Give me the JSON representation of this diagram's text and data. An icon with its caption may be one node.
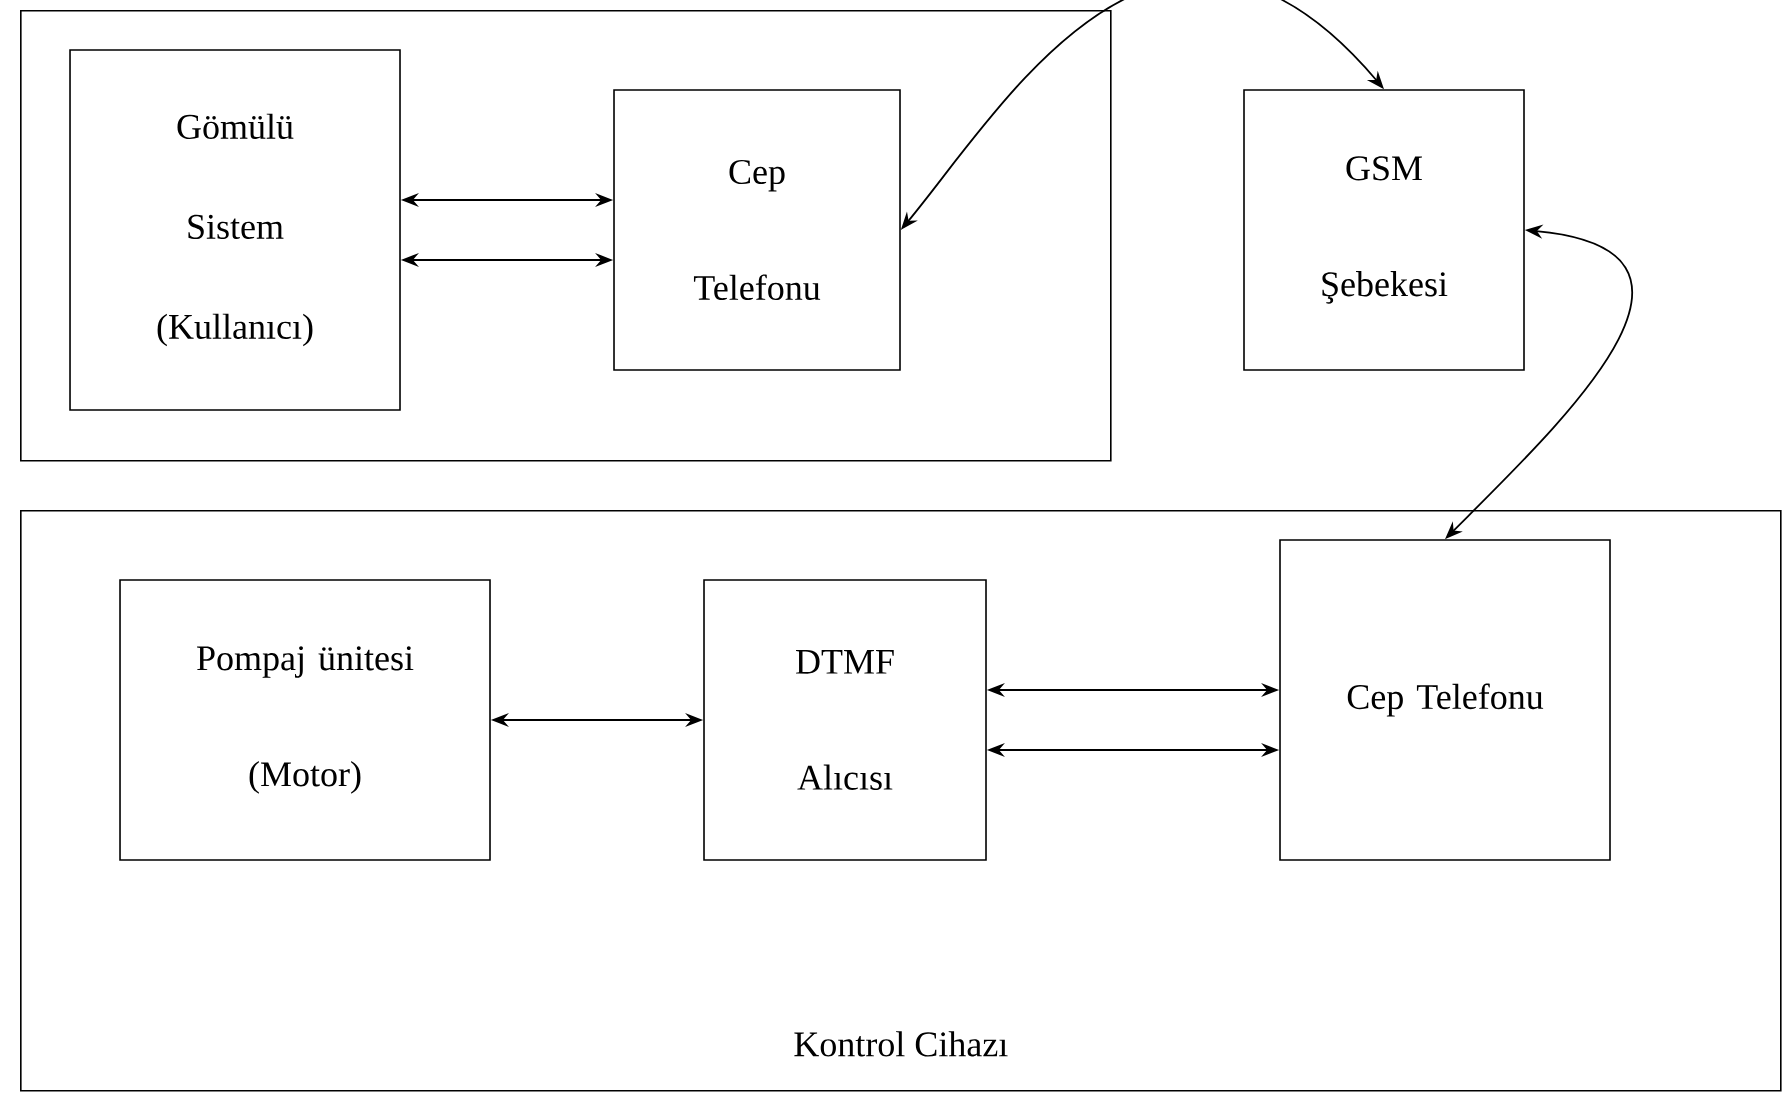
{
  "diagram": {
    "nodes": [
      {
        "text": [],
        "shape": "box"
      },
      {
        "text": [
          "Gömülü Sistem (Kullanıcı)"
        ],
        "in": 0
      },
      {
        "text": [
          "Cep Telefonu"
        ],
        "in": 0
      },
      {
        "text": [
          "GSM Şebekesi"
        ]
      },
      {
        "text": [
          "Kontrol Cihazı"
        ]
      },
      {
        "text": [
          "Pompaj ünitesi (Motor)"
        ],
        "in": 4
      },
      {
        "text": [
          "DTMF Alıcısı"
        ],
        "in": 4
      },
      {
        "text": [
          "Cep Telefonu"
        ],
        "in": 4
      }
    ],
    "edges": [
      {
        "from": 1,
        "to": 2,
        "arrow": "both"
      },
      {
        "from": 1,
        "to": 2,
        "arrow": "both"
      },
      {
        "from": 2,
        "to": 3,
        "arrow": "both"
      },
      {
        "from": 3,
        "to": 7,
        "arrow": "both"
      },
      {
        "from": 5,
        "to": 6,
        "arrow": "both"
      },
      {
        "from": 6,
        "to": 7,
        "arrow": "both"
      },
      {
        "from": 6,
        "to": 7,
        "arrow": "both"
      }
    ]
  }
}
